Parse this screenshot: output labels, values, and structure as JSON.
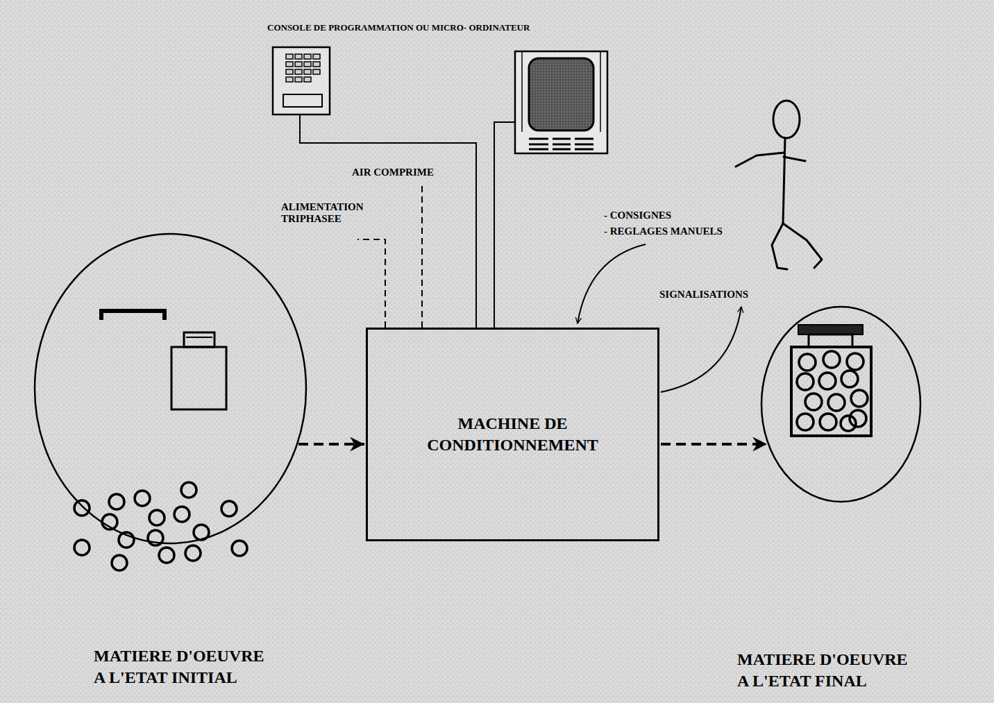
{
  "diagram": {
    "nodes": [
      {
        "text": [
          "MATIERE D'OEUVRE A L'ETAT INITIAL"
        ]
      },
      {
        "text": [
          "MACHINE DE CONDITIONNEMENT"
        ]
      },
      {
        "text": [
          "MATIERE D'OEUVRE A L'ETAT FINAL"
        ]
      }
    ],
    "edges": [
      {
        "from": 0,
        "to": 1,
        "arrow": "to"
      },
      {
        "from": 1,
        "to": 2,
        "arrow": "to"
      }
    ],
    "labels": [
      "CONSOLE DE PROGRAMMATION OU MICRO- ORDINATEUR",
      "AIR COMPRIME",
      "ALIMENTATION TRIPHASEE",
      "- CONSIGNES",
      "- REGLAGES MANUELS",
      "SIGNALISATIONS"
    ]
  }
}
